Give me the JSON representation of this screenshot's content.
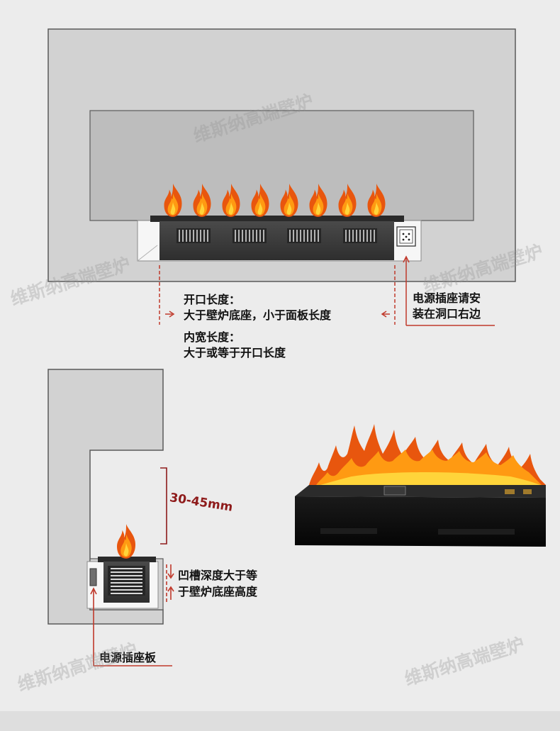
{
  "watermark": "维斯纳高端壁炉",
  "top_view": {
    "opening_length_label": "开口长度：",
    "opening_length_desc": "大于壁炉底座，小于面板长度",
    "inner_width_label": "内宽长度：",
    "inner_width_desc": "大于或等于开口长度",
    "socket_note_line1": "电源插座请安",
    "socket_note_line2": "装在洞口右边"
  },
  "side_view": {
    "gap_range": "30-45mm",
    "groove_note_line1": "凹槽深度大于等",
    "groove_note_line2": "于壁炉底座高度",
    "socket_board_label": "电源插座板"
  },
  "colors": {
    "wall": "#d4d4d4",
    "panel": "#c8c8c8",
    "unit": "#3d3d3d",
    "accent_red": "#c0392b",
    "flame_outer": "#e8560e",
    "flame_inner": "#ffc21a",
    "dim_line": "#8e1b1b"
  }
}
